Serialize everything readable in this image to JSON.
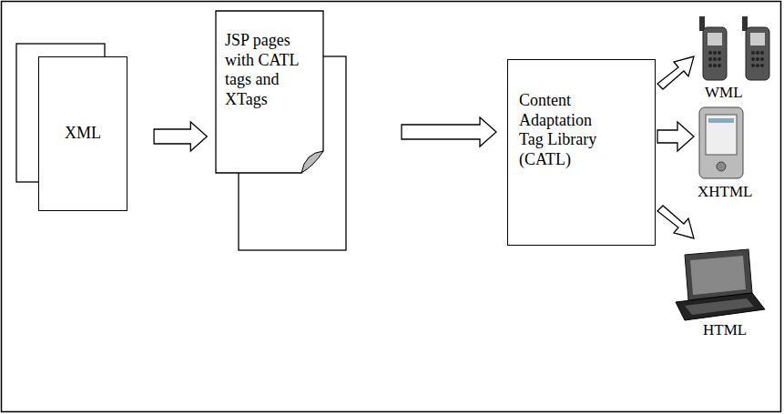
{
  "diagram": {
    "nodes": [
      {
        "text": [
          "XML"
        ]
      },
      {
        "text": [
          "JSP pages with CATL tags and XTags"
        ]
      },
      {
        "text": [
          "Content Adaptation Tag Library (CATL)"
        ]
      }
    ],
    "edges": [
      {
        "from": 0,
        "to": 1,
        "arrow": "to"
      },
      {
        "from": 1,
        "to": 2,
        "arrow": "to"
      }
    ],
    "labels": [
      "WML",
      "XHTML",
      "HTML"
    ]
  }
}
